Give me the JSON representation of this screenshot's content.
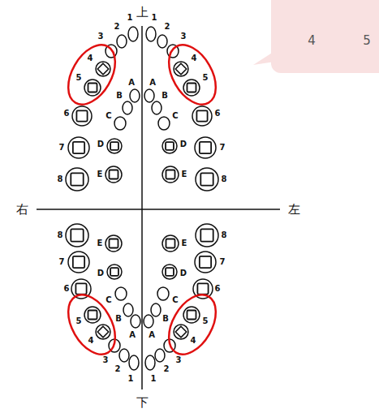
{
  "diagram": {
    "nodes": [
      {
        "text": [
          "4",
          "5"
        ]
      }
    ],
    "labels": [
      "上",
      "右",
      "左",
      "下",
      "1",
      "2",
      "3",
      "4",
      "5",
      "6",
      "7",
      "8",
      "1",
      "2",
      "3",
      "4",
      "5",
      "6",
      "7",
      "8",
      "1",
      "2",
      "3",
      "4",
      "5",
      "6",
      "7",
      "8",
      "1",
      "2",
      "3",
      "4",
      "5",
      "6",
      "7",
      "8",
      "A",
      "B",
      "C",
      "D",
      "E",
      "A",
      "B",
      "C",
      "D",
      "E",
      "A",
      "B",
      "C",
      "D",
      "E",
      "A",
      "B",
      "C",
      "D",
      "E"
    ]
  }
}
